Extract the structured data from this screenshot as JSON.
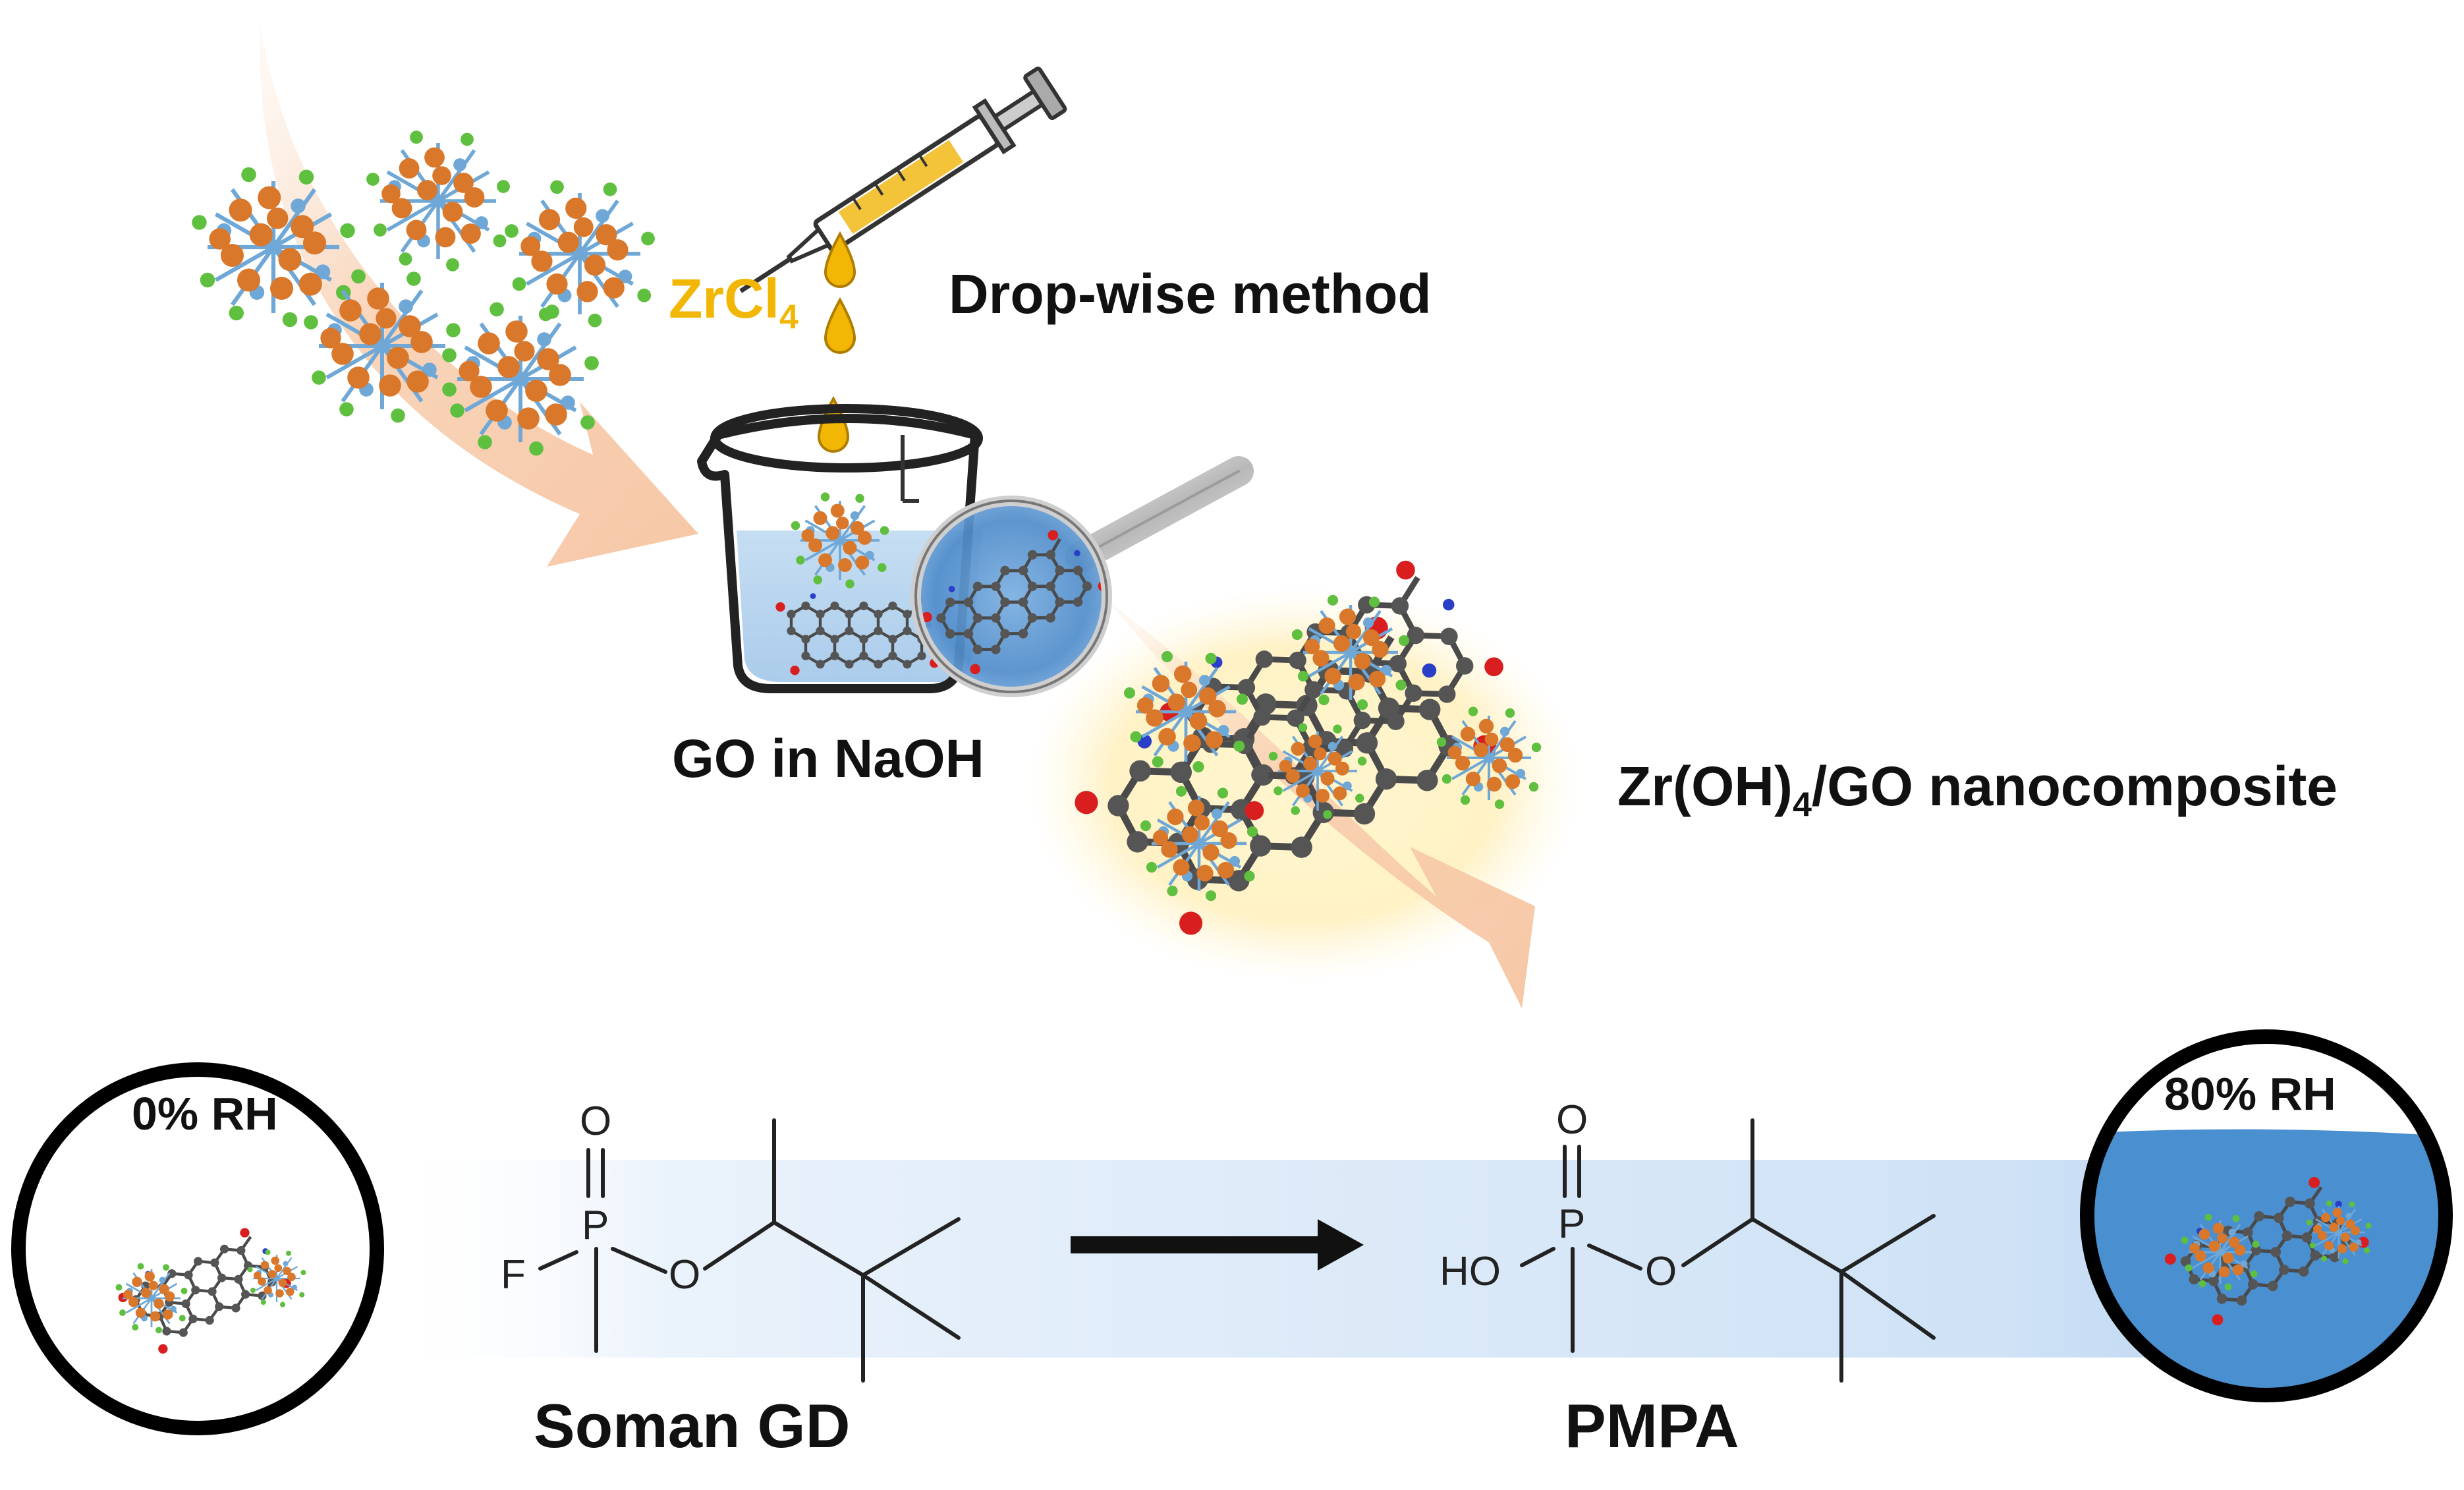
{
  "labels": {
    "reagent": "ZrCl",
    "reagent_sub": "4",
    "method": "Drop-wise method",
    "beaker": "GO in NaOH",
    "product_pre": "Zr(OH)",
    "product_sub": "4",
    "product_post": "/GO nanocomposite",
    "rh_low": "0% RH",
    "rh_high": "80% RH",
    "reactant": "Soman GD",
    "product_molecule": "PMPA"
  },
  "atoms": {
    "soman": {
      "o": "O",
      "p": "P",
      "f": "F",
      "o_ester": "O"
    },
    "pmpa": {
      "o": "O",
      "p": "P",
      "ho": "HO",
      "o_ester": "O"
    }
  },
  "colors": {
    "reagent_text": "#f2b705",
    "flow_arrow": "#f7c9a4",
    "zr_atom": "#d9772b",
    "cl_atom": "#5fbf3f",
    "bond_blue": "#6fa8d6",
    "carbon": "#555555",
    "oxygen": "#d81e1e",
    "nitrogen": "#2a3fc7",
    "water": "#4a8fd0",
    "band": "#cfe2f6"
  },
  "icons": [
    "syringe-icon",
    "droplet-icon",
    "beaker-icon",
    "magnifier-icon",
    "reaction-arrow-icon"
  ]
}
